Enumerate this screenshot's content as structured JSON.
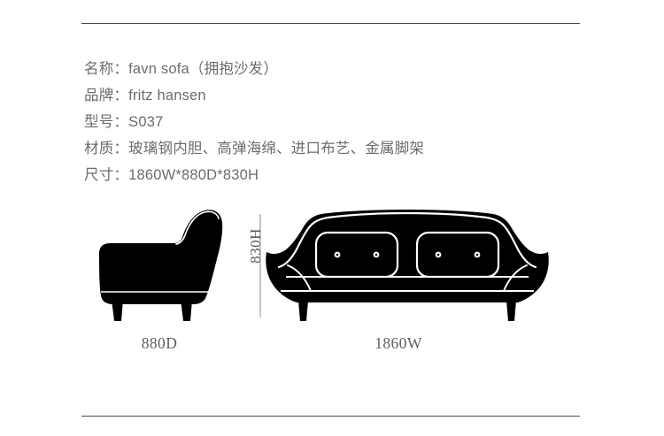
{
  "background_color": "#ffffff",
  "divider_color": "#4a4a4a",
  "text_color": "#6c6c6c",
  "dimension_text_color": "#5f5f5f",
  "specs": [
    {
      "label": "名称",
      "separator": "：",
      "value": "favn sofa（拥抱沙发）"
    },
    {
      "label": "品牌",
      "separator": "：",
      "value": "fritz hansen"
    },
    {
      "label": "型号",
      "separator": "：",
      "value": "S037"
    },
    {
      "label": "材质",
      "separator": "：",
      "value": "玻璃钢内胆、高弹海绵、进口布艺、金属脚架"
    },
    {
      "label": "尺寸",
      "separator": "：",
      "value": "1860W*880D*830H"
    }
  ],
  "diagram": {
    "side_view_name": "sofa-side-view",
    "front_view_name": "sofa-front-view",
    "height_label": "830H",
    "depth_label": "880D",
    "width_label": "1860W",
    "silhouette_color": "#000000",
    "outline_color": "#ffffff",
    "rule_color": "#c6c6c6"
  }
}
